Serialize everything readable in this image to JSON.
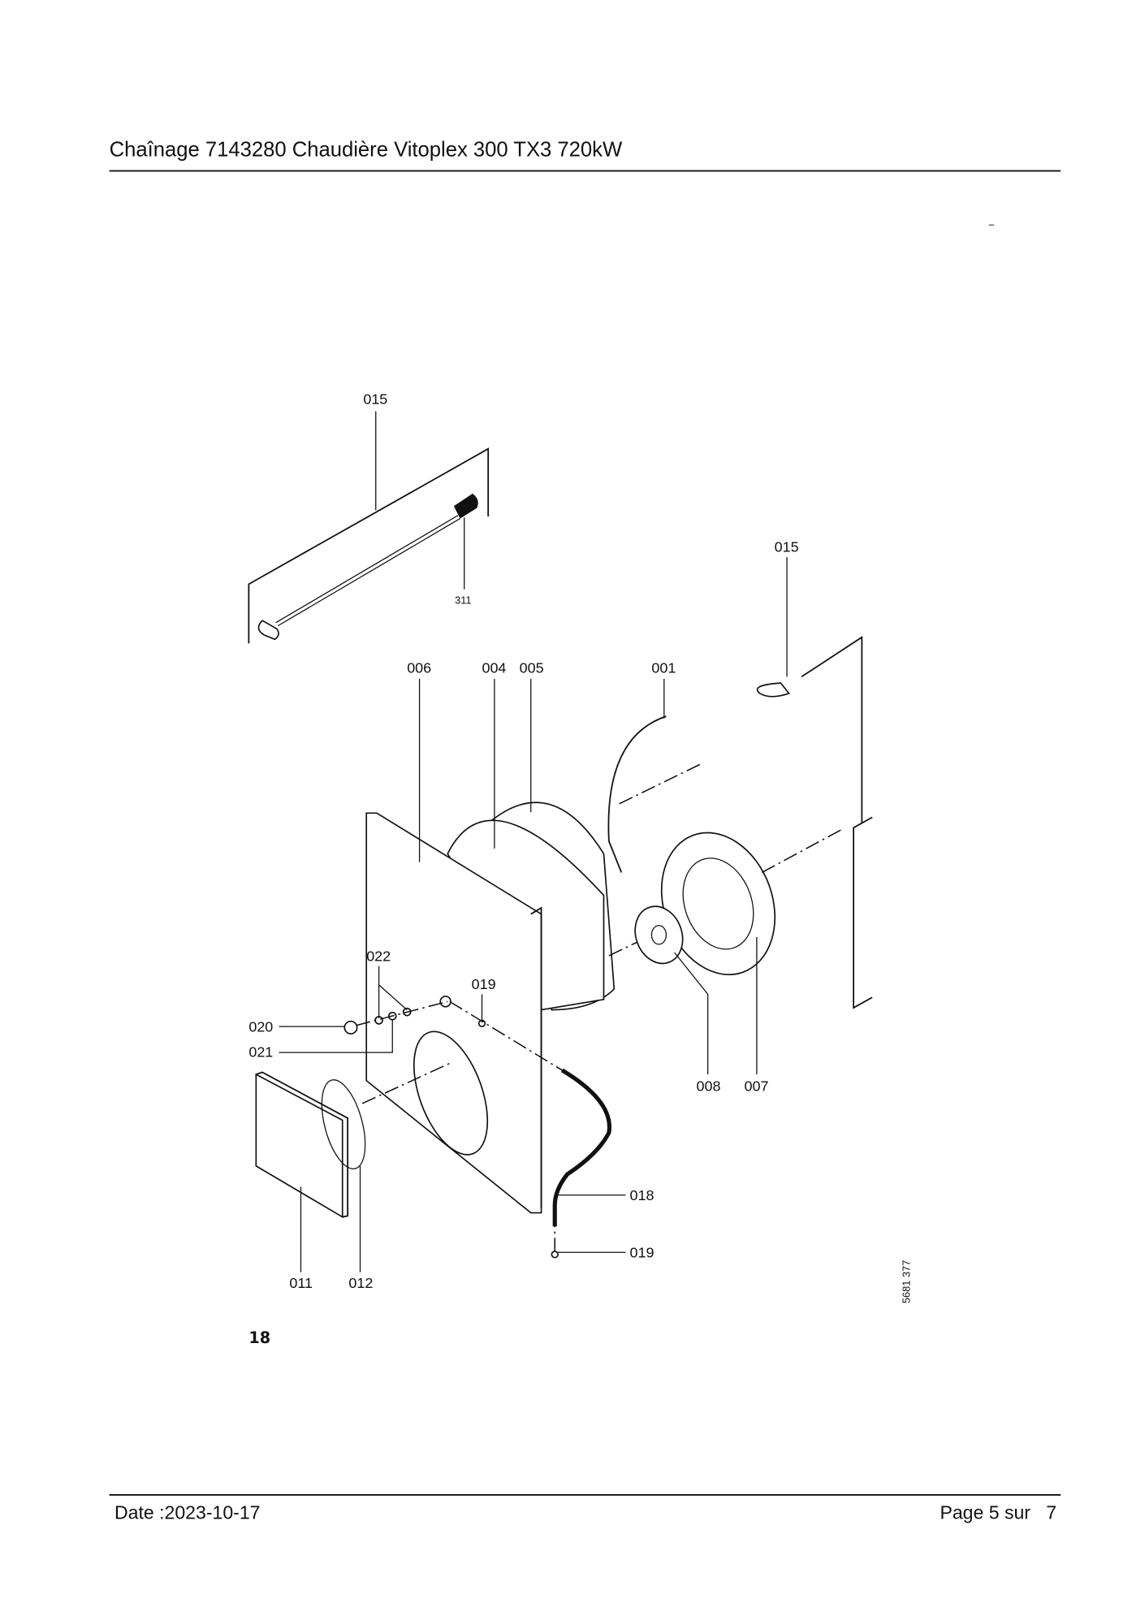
{
  "header": {
    "title": "Chaînage 7143280 Chaudière Vitoplex 300 TX3 720kW"
  },
  "diagram": {
    "figure_number": "18",
    "drawing_ref": "5681 377",
    "callouts": {
      "c015a": "015",
      "c311": "311",
      "c015b": "015",
      "c006": "006",
      "c004": "004",
      "c005": "005",
      "c001": "001",
      "c022": "022",
      "c019a": "019",
      "c020": "020",
      "c021": "021",
      "c008": "008",
      "c007": "007",
      "c018": "018",
      "c019b": "019",
      "c011": "011",
      "c012": "012"
    }
  },
  "footer": {
    "date": "Date :2023-10-17",
    "page": "Page 5 sur   7"
  }
}
